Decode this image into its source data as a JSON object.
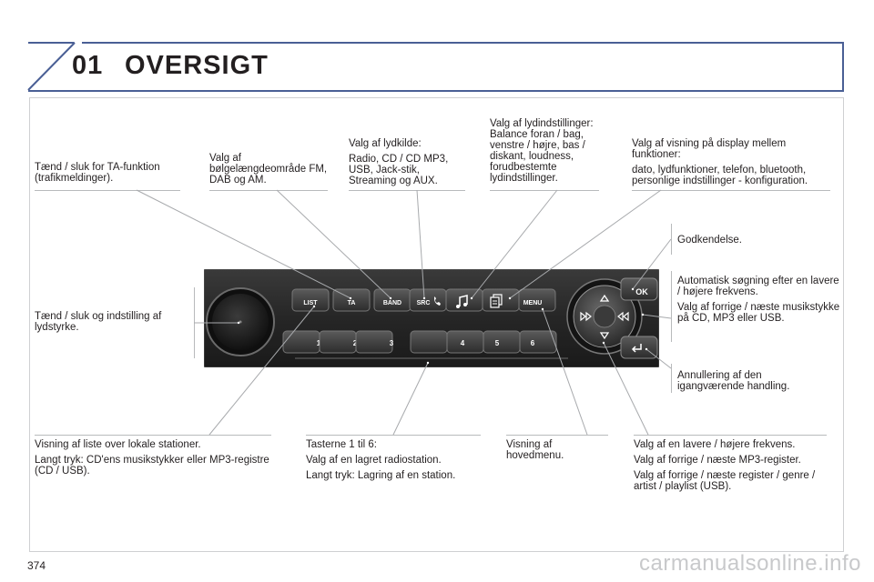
{
  "header": {
    "number": "01",
    "title": "OVERSIGT"
  },
  "page_number": "374",
  "watermark": "carmanualsonline.info",
  "callouts": {
    "ta": [
      "Tænd / sluk for TA-funktion (trafikmeldinger)."
    ],
    "band": [
      "Valg af bølgelængdeområde FM, DAB og AM."
    ],
    "source": [
      "Valg af lydkilde:",
      "Radio, CD / CD MP3, USB, Jack-stik, Streaming og AUX."
    ],
    "sound": [
      "Valg af lydindstillinger: Balance foran / bag, venstre / højre, bas / diskant, loudness, forudbestemte lydindstillinger."
    ],
    "display": [
      "Valg af visning på display mellem funktioner:",
      "dato, lydfunktioner, telefon, bluetooth, personlige indstillinger - konfiguration."
    ],
    "ok": [
      "Godkendelse."
    ],
    "autoscan": [
      "Automatisk søgning efter en lavere / højere frekvens.",
      "Valg af forrige / næste musikstykke på CD, MP3 eller USB."
    ],
    "volume": [
      "Tænd / sluk og indstilling af lydstyrke."
    ],
    "cancel": [
      "Annullering af den igangværende handling."
    ],
    "list": [
      "Visning af liste over lokale stationer.",
      "Langt tryk: CD'ens musikstykker eller MP3-registre (CD / USB)."
    ],
    "presets": [
      "Tasterne 1 til 6:",
      "Valg af en lagret radiostation.",
      "Langt tryk: Lagring af en station."
    ],
    "menu": [
      "Visning af hovedmenu."
    ],
    "arrows": [
      "Valg af en lavere / højere frekvens.",
      "Valg af forrige / næste MP3-register.",
      "Valg af forrige / næste register / genre / artist / playlist (USB)."
    ]
  },
  "radio": {
    "top_buttons": [
      "LIST",
      "TA",
      "BAND",
      "SRC",
      "",
      "",
      "MENU"
    ],
    "preset_buttons": [
      "1",
      "2",
      "3",
      "",
      "4",
      "5",
      "6"
    ],
    "ok_label": "OK",
    "icons": [
      "music-note-icon",
      "document-icon",
      "phone-icon",
      "eject-triangle-icon",
      "rewind-icon",
      "fast-forward-icon",
      "down-triangle-icon",
      "back-return-icon"
    ]
  },
  "colors": {
    "header_border": "#4a5f95",
    "radio_body": "#2b2b2b",
    "leader_lines": "#a8aaad"
  }
}
